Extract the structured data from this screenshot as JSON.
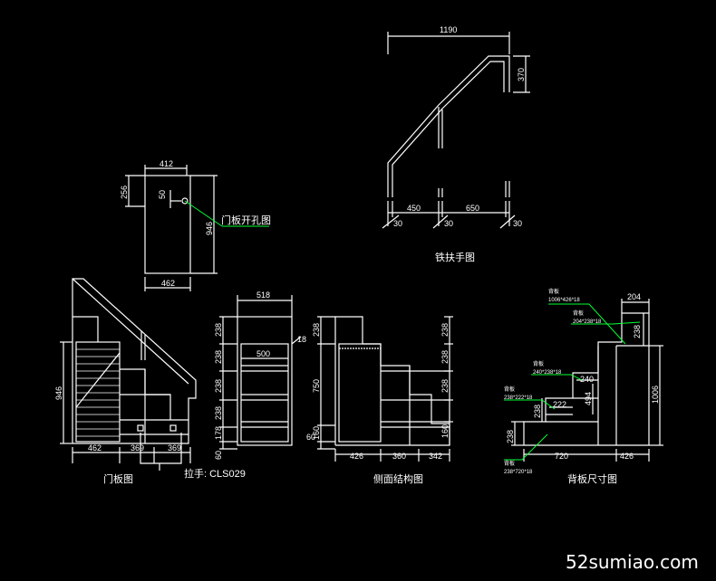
{
  "colors": {
    "background": "#000000",
    "line": "#ffffff",
    "leader": "#00ff33"
  },
  "handrail": {
    "title": "铁扶手图",
    "dims": {
      "width": "1190",
      "height": "370",
      "seg1": "450",
      "seg2": "650",
      "gap1": "30",
      "gap2": "30",
      "gap3": "30"
    }
  },
  "door_panel_hole": {
    "label": "门板开孔图",
    "dims": {
      "top": "412",
      "bottom": "462",
      "left": "256",
      "right": "946",
      "hole": "50"
    }
  },
  "door_view": {
    "title": "门板图",
    "handle_label": "拉手: CLS029",
    "dims": {
      "height": "946",
      "b1": "462",
      "b2": "369",
      "b3": "369"
    }
  },
  "side_door": {
    "dims": {
      "top": "518",
      "inner": "500",
      "thick": "18",
      "r1": "238",
      "r2": "238",
      "r3": "238",
      "r4": "238",
      "r5": "178",
      "r6": "60"
    }
  },
  "section_view": {
    "title": "侧面结构图",
    "dims": {
      "l1": "238",
      "l2": "750",
      "l3": "160",
      "l4": "60",
      "r1": "238",
      "r2": "238",
      "r3": "238",
      "r4": "160",
      "b1": "426",
      "b2": "360",
      "b3": "342"
    }
  },
  "back_panel": {
    "title": "背板尺寸图",
    "dims": {
      "top": "204",
      "right_top": "238",
      "height": "1006",
      "w240": "240",
      "h494": "494",
      "w222": "222",
      "h238a": "238",
      "h238b": "238",
      "b720": "720",
      "b426": "426"
    },
    "notes": {
      "n1a": "背板",
      "n1b": "1006*426*18",
      "n2a": "背板",
      "n2b": "204*238*18",
      "n3a": "背板",
      "n3b": "240*238*18",
      "n4a": "背板",
      "n4b": "238*222*18",
      "n5a": "背板",
      "n5b": "238*720*18"
    }
  },
  "watermark": "52sumiao.com"
}
